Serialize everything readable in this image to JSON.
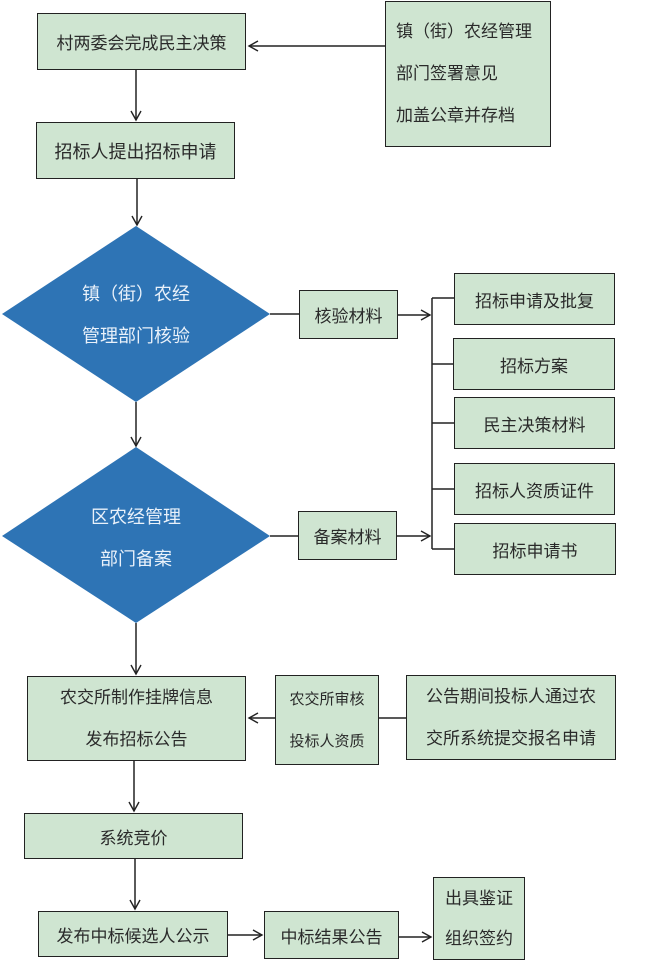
{
  "diagram": {
    "colors": {
      "box_fill": "#cfe5d1",
      "diamond_fill": "#2e74b5",
      "diamond_text": "#e9f1fa",
      "line": "#222222"
    },
    "nodes": {
      "village_decision": "村两委会完成民主决策",
      "town_opinion": [
        "镇（街）农经管理",
        "部门签署意见",
        "加盖公章并存档"
      ],
      "tender_application": "招标人提出招标申请",
      "town_review": [
        "镇（街）农经",
        "管理部门核验"
      ],
      "verify_materials": "核验材料",
      "district_filing": [
        "区农经管理",
        "部门备案"
      ],
      "filing_materials": "备案材料",
      "material_items": [
        "招标申请及批复",
        "招标方案",
        "民主决策材料",
        "招标人资质证件",
        "招标申请书"
      ],
      "publish_notice": [
        "农交所制作挂牌信息",
        "发布招标公告"
      ],
      "bidder_review": [
        "农交所审核",
        "投标人资质"
      ],
      "bidder_register": [
        "公告期间投标人通过农",
        "交所系统提交报名申请"
      ],
      "system_bidding": "系统竞价",
      "candidate_publicity": "发布中标候选人公示",
      "result_announcement": "中标结果公告",
      "certification": [
        "出具鉴证",
        "组织签约"
      ]
    }
  }
}
